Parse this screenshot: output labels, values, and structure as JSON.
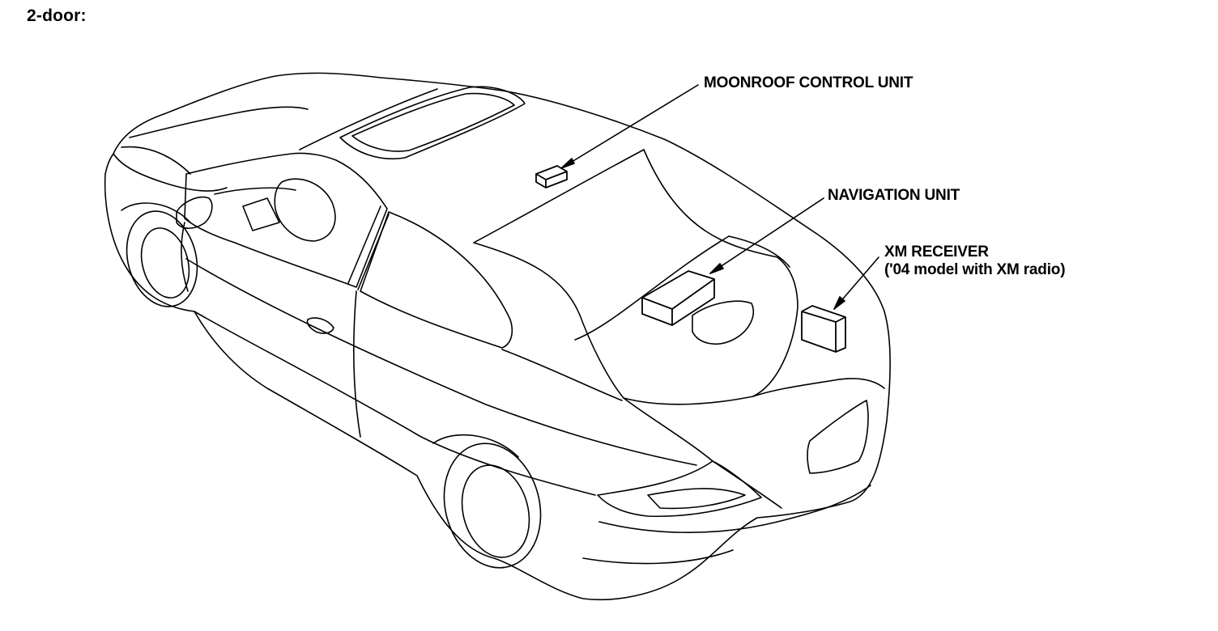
{
  "page": {
    "heading": "2-door:"
  },
  "callouts": {
    "moonroof": "MOONROOF CONTROL UNIT",
    "navigation": "NAVIGATION UNIT",
    "xm_receiver": {
      "line1": "XM RECEIVER",
      "line2": "('04 model with XM radio)"
    }
  },
  "colors": {
    "line": "#000000",
    "background": "#ffffff"
  }
}
